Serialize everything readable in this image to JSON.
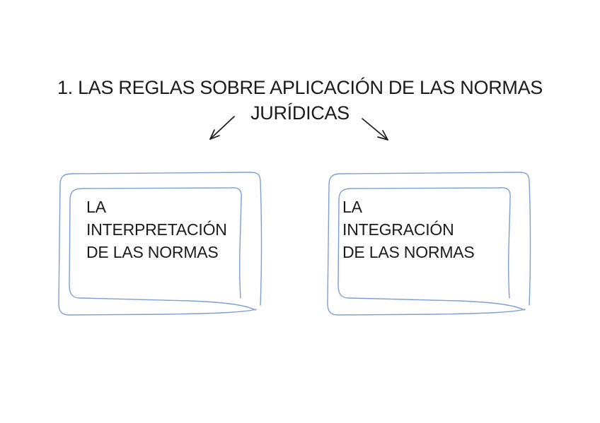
{
  "title": {
    "line1": "1. LAS REGLAS SOBRE APLICACIÓN DE LAS NORMAS",
    "line2": "JURÍDICAS"
  },
  "boxes": [
    {
      "id": "interpretacion",
      "lines": [
        "LA",
        "INTERPRETACIÓN",
        "DE LAS NORMAS"
      ]
    },
    {
      "id": "integracion",
      "lines": [
        "LA",
        "INTEGRACIÓN",
        "DE LAS NORMAS"
      ]
    }
  ],
  "colors": {
    "frame_blue": "#7d9ed6",
    "arrow_black": "#1b1b1b",
    "text": "#1b1b1b",
    "background": "#ffffff"
  }
}
